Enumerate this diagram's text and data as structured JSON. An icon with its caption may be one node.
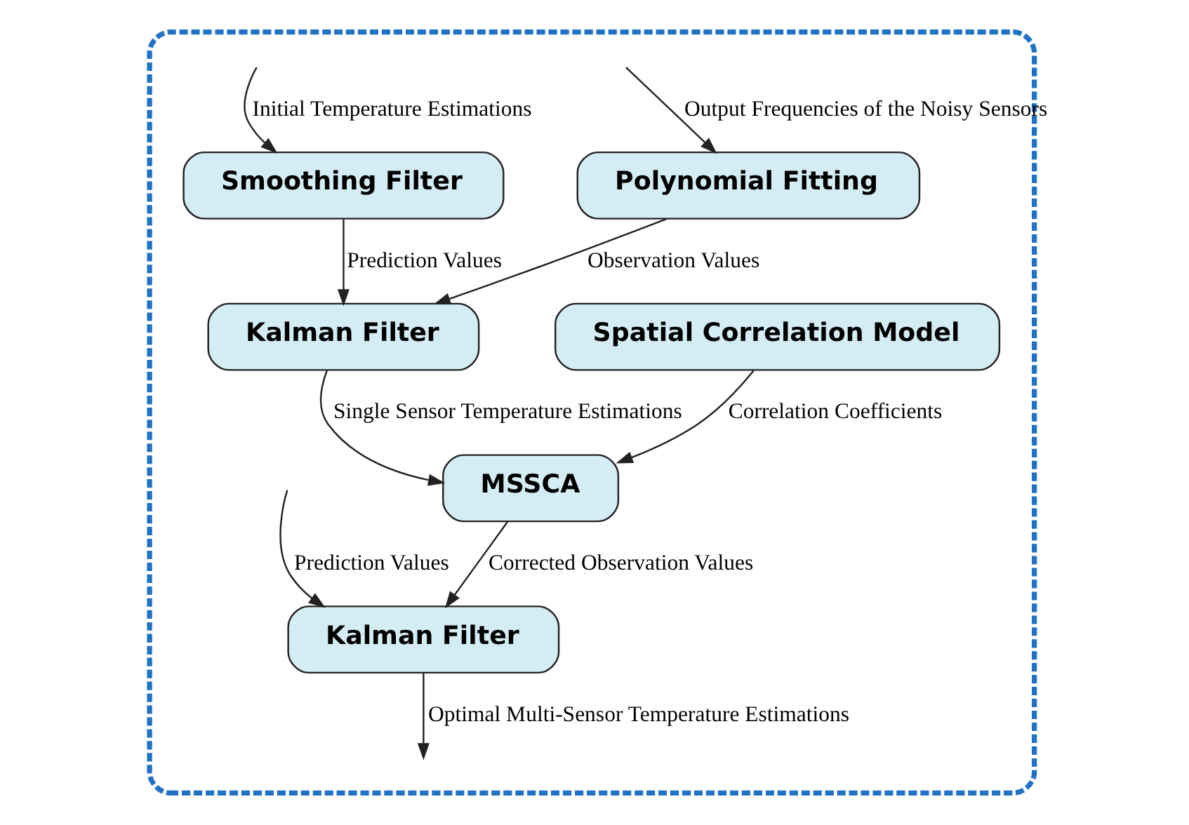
{
  "diagram": {
    "nodes": [
      {
        "text": [],
        "shape": "box"
      },
      {
        "text": [
          "Polynomial Fitting"
        ],
        "in": 0
      },
      {
        "text": [
          "Smoothing Filter"
        ],
        "in": 0
      },
      {
        "text": [
          "Kalman Filter"
        ],
        "in": 0
      },
      {
        "text": [
          "Spatial Correlation Model"
        ],
        "in": 0
      },
      {
        "text": [
          "MSSCA"
        ],
        "in": 0
      },
      {
        "text": [
          "Kalman Filter"
        ],
        "in": 0
      }
    ],
    "edges": [
      {
        "from": null,
        "to": 1,
        "arrow": "to",
        "label": "Output Frequencies of the Noisy Sensors"
      },
      {
        "from": null,
        "to": 2,
        "arrow": "to",
        "label": "Initial Temperature Estimations"
      },
      {
        "from": 1,
        "to": 3,
        "arrow": "to",
        "label": "Observation Values"
      },
      {
        "from": 2,
        "to": 3,
        "arrow": "to",
        "label": "Prediction Values"
      },
      {
        "from": 3,
        "to": 5,
        "arrow": "to",
        "label": "Single Sensor Temperature Estimations"
      },
      {
        "from": 4,
        "to": 5,
        "arrow": "to",
        "label": "Correlation Coefficients"
      },
      {
        "from": 5,
        "to": 6,
        "arrow": "to",
        "label": "Corrected Observation Values"
      },
      {
        "from": null,
        "to": 6,
        "arrow": "to",
        "label": "Prediction Values"
      },
      {
        "from": 6,
        "to": null,
        "arrow": "to",
        "label": "Optimal Multi-Sensor Temperature Estimations"
      }
    ]
  }
}
